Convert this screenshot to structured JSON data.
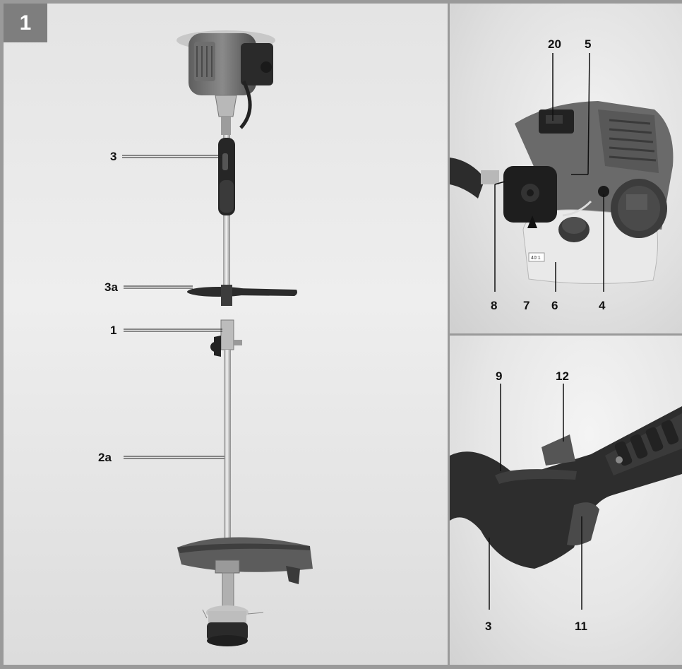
{
  "figure": {
    "number": "1"
  },
  "main_panel": {
    "labels": {
      "handle": "3",
      "guard": "3a",
      "coupling": "1",
      "shaft": "2a"
    }
  },
  "engine_panel": {
    "labels": {
      "top": "20",
      "top_right": "5",
      "left": "8",
      "arrow": "7",
      "tank": "6",
      "right": "4"
    },
    "tank_marking": "40:1"
  },
  "handle_panel": {
    "labels": {
      "top_left": "9",
      "top_right": "12",
      "bottom_left": "3",
      "bottom_right": "11"
    }
  }
}
